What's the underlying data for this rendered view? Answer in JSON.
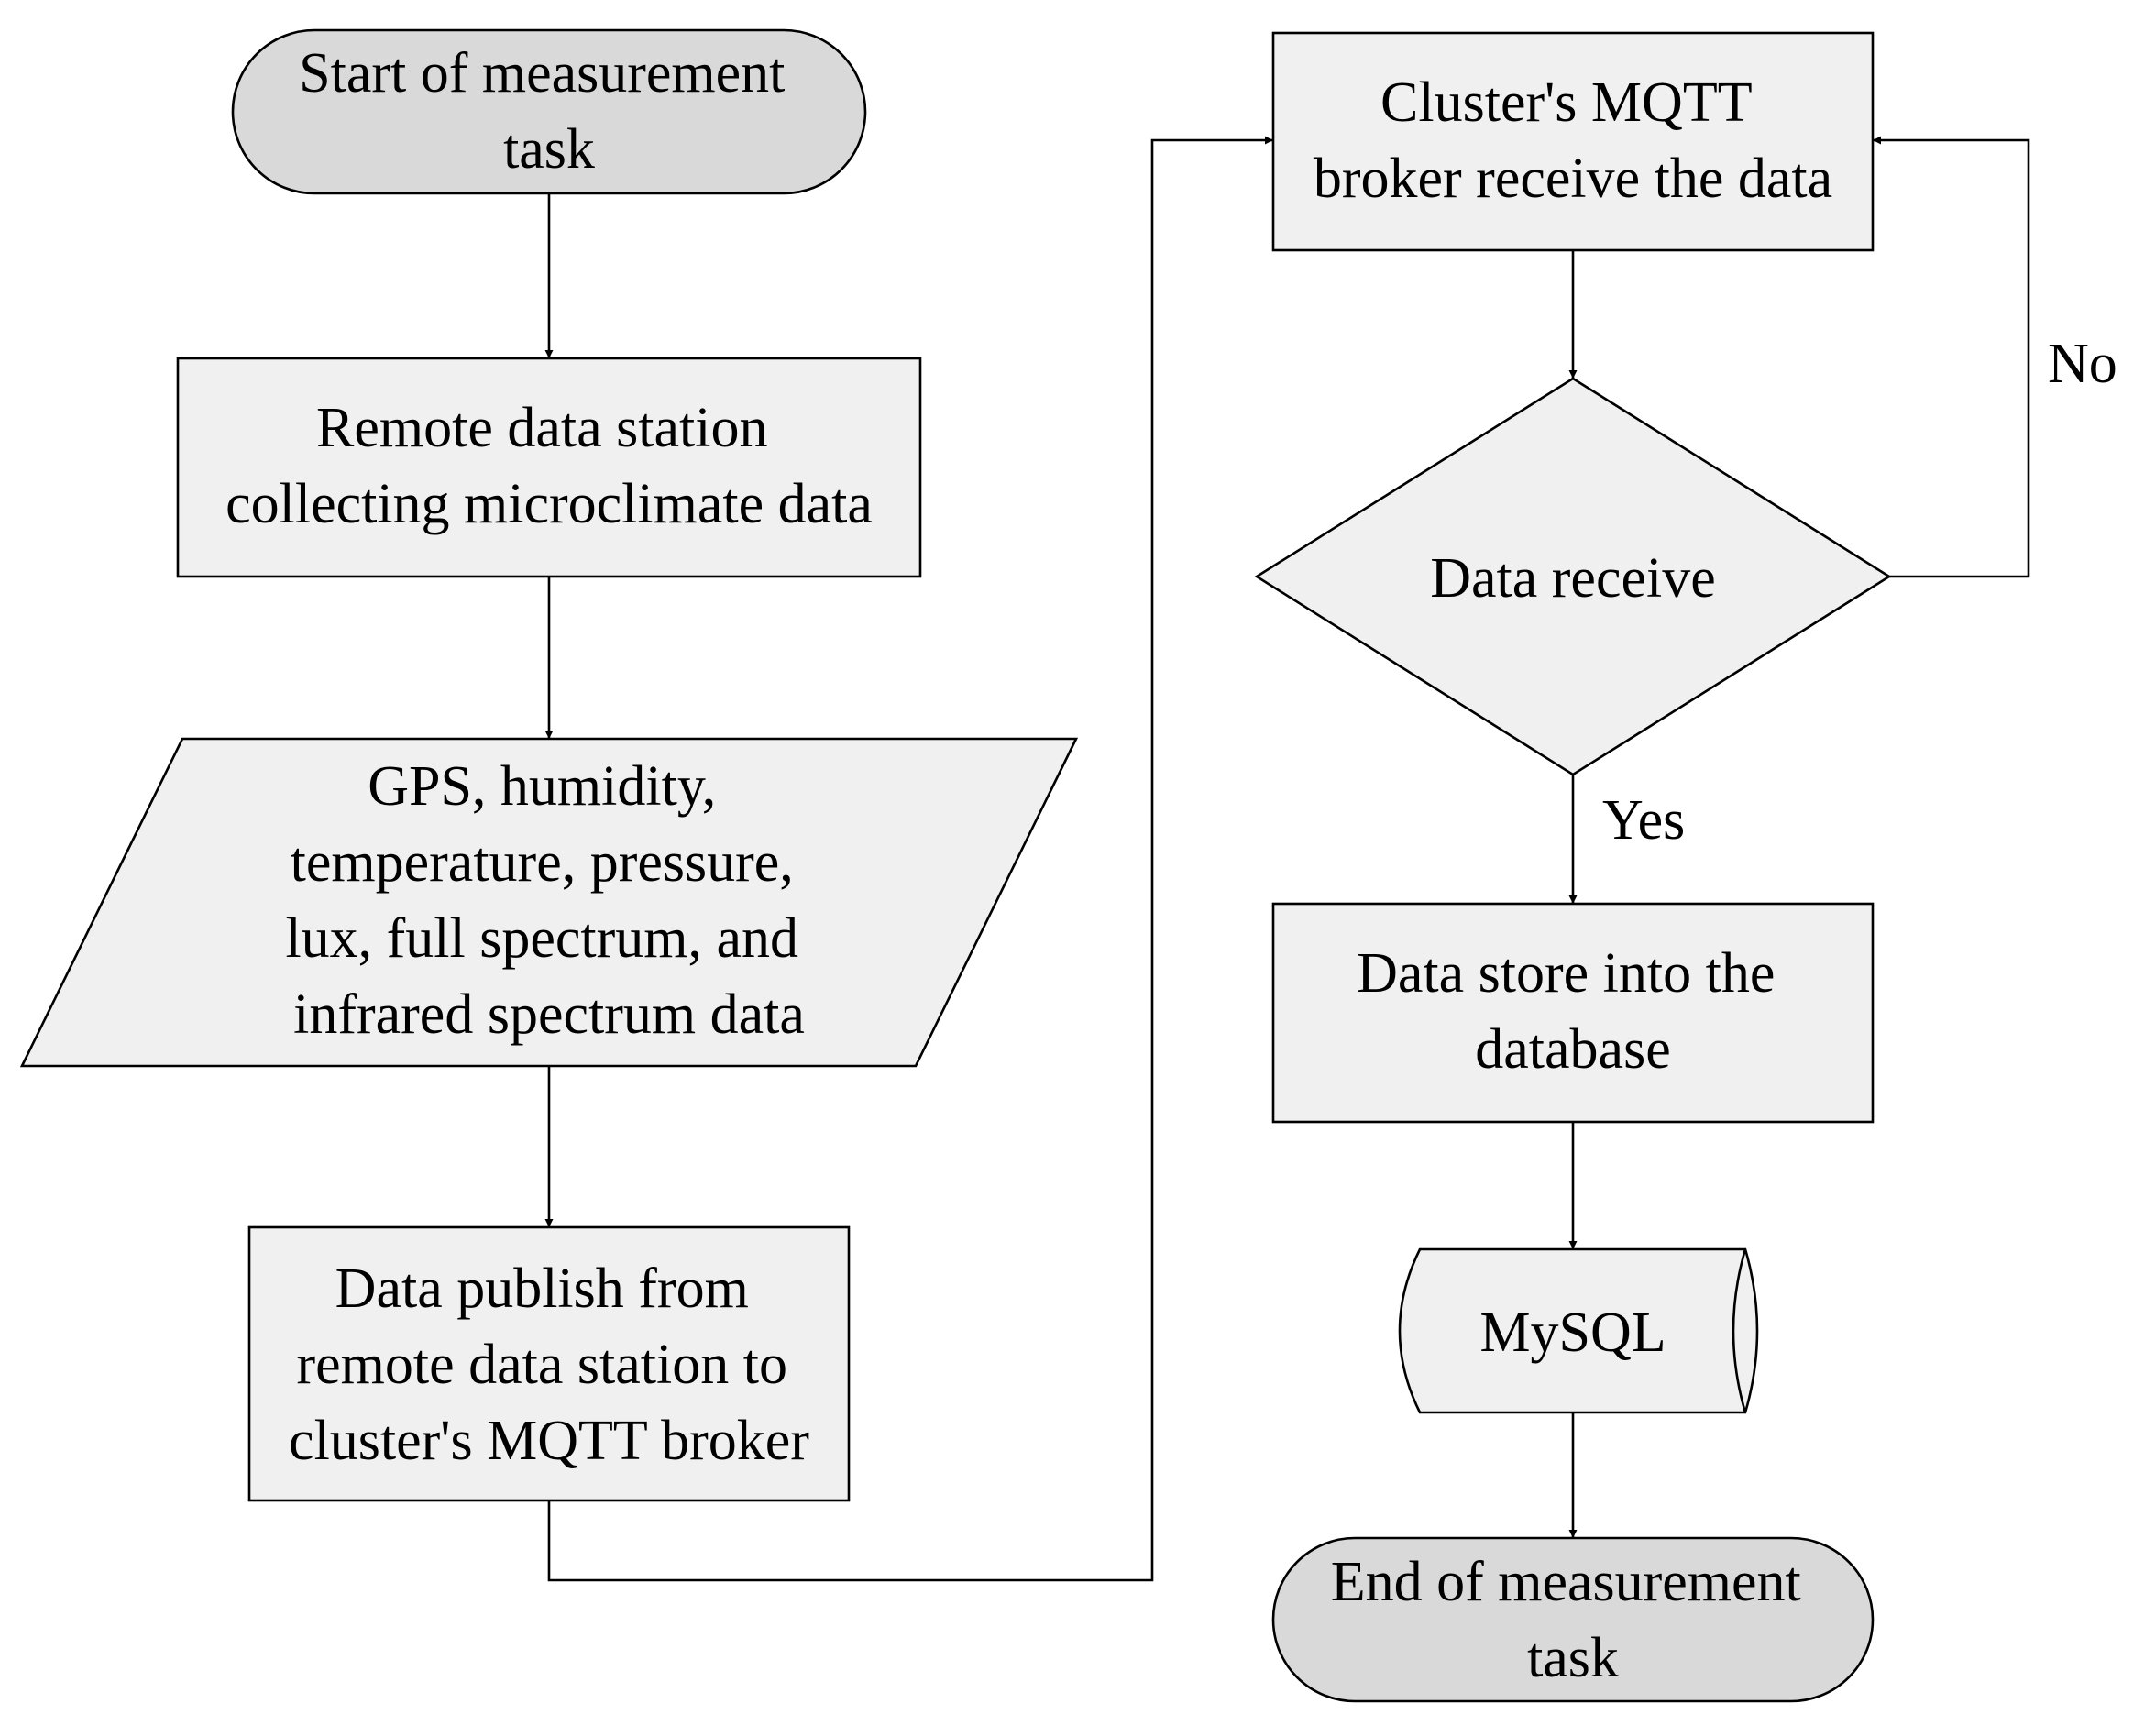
{
  "nodes": {
    "start": {
      "lines": [
        "Start of measurement",
        "task"
      ]
    },
    "collect": {
      "lines": [
        "Remote data station",
        "collecting microclimate data"
      ]
    },
    "data_types": {
      "lines": [
        "GPS, humidity,",
        "temperature, pressure,",
        "lux, full spectrum, and",
        "infrared spectrum data"
      ]
    },
    "publish": {
      "lines": [
        "Data publish from",
        "remote data station to",
        "cluster's MQTT broker"
      ]
    },
    "broker": {
      "lines": [
        "Cluster's MQTT",
        "broker receive the data"
      ]
    },
    "decision": {
      "lines": [
        "Data receive"
      ]
    },
    "store": {
      "lines": [
        "Data store into the",
        "database"
      ]
    },
    "mysql": {
      "lines": [
        "MySQL"
      ]
    },
    "end": {
      "lines": [
        "End of measurement",
        "task"
      ]
    }
  },
  "edge_labels": {
    "no": "No",
    "yes": "Yes"
  },
  "colors": {
    "process_fill": "#f0f0f0",
    "terminal_fill": "#d9d9d9",
    "stroke": "#000000"
  }
}
